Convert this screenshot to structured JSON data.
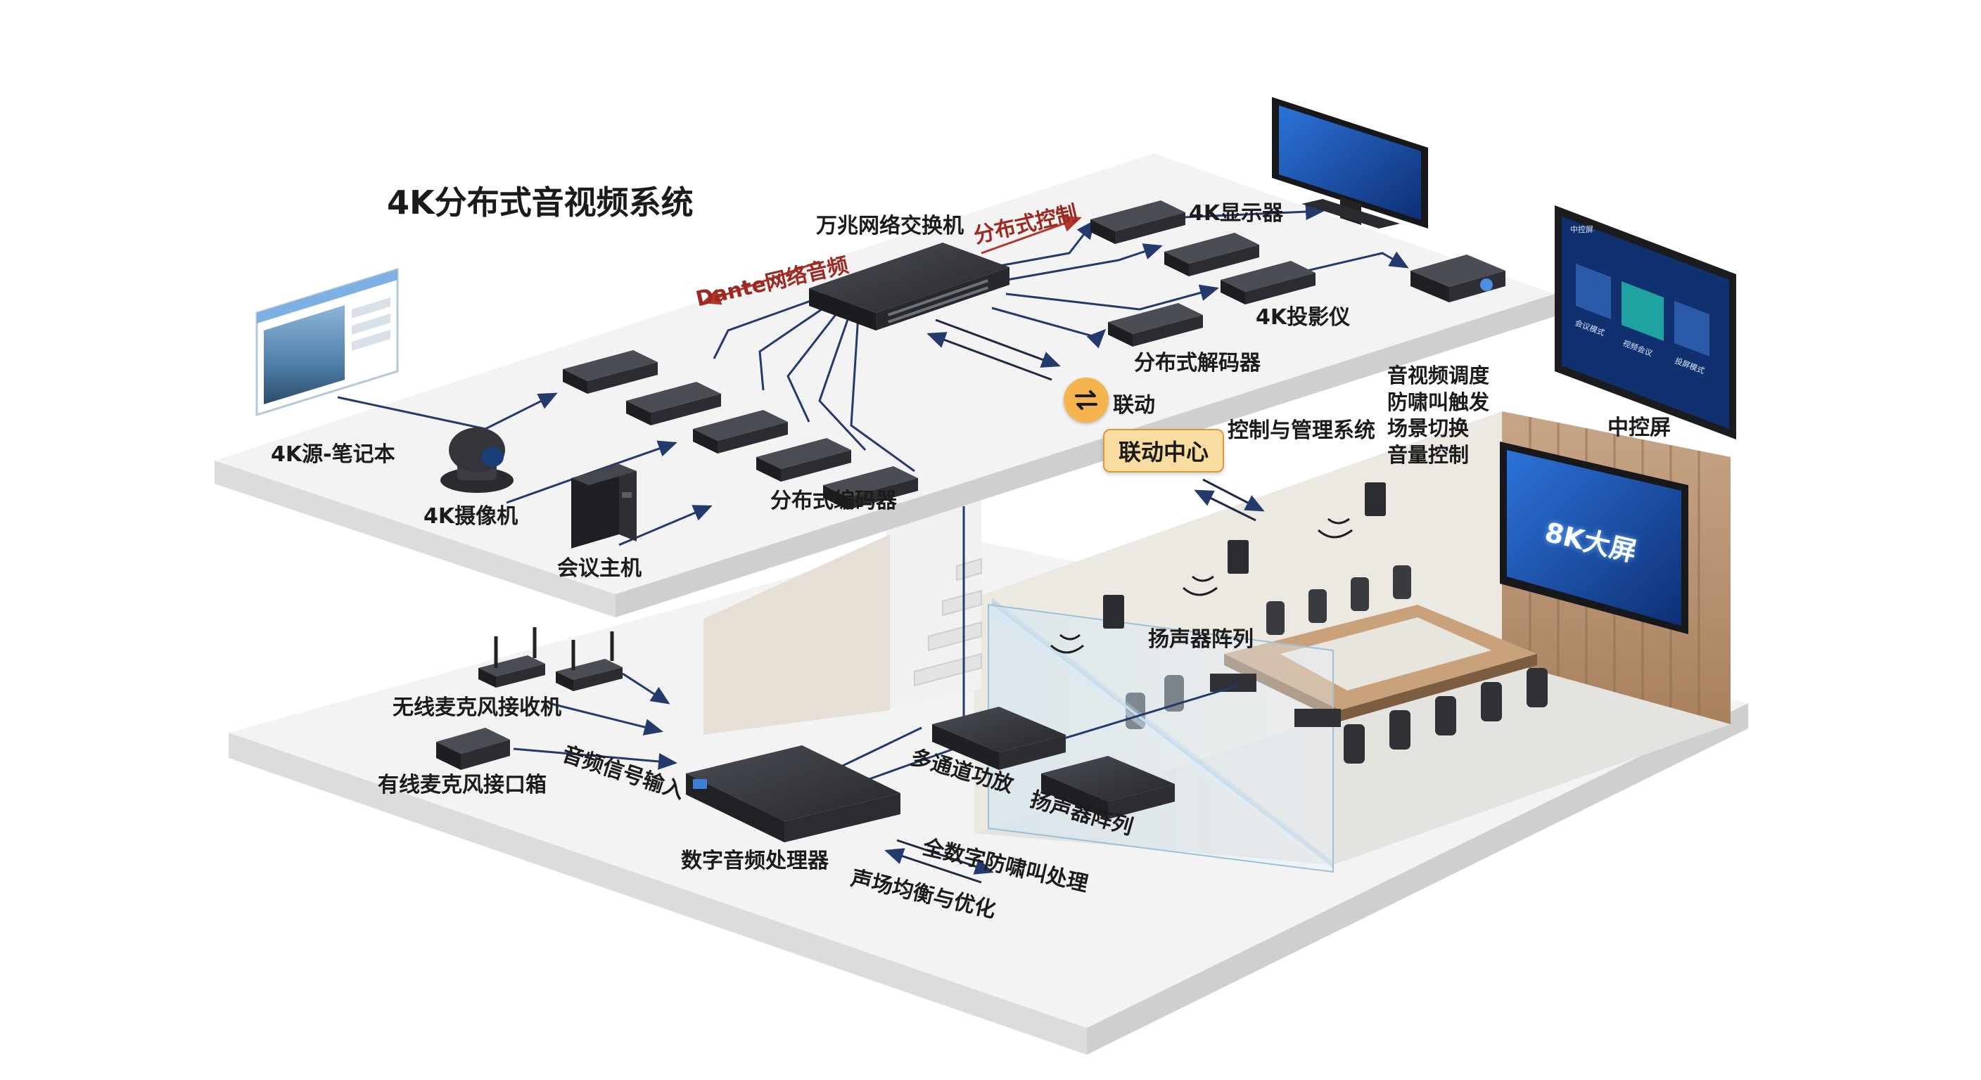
{
  "title": "4K分布式音视频系统",
  "upper_floor": {
    "core_switch": "万兆网络交换机",
    "dante_audio": "Dante网络音频",
    "distributed_control": "分布式控制",
    "display": "4K显示器",
    "projector": "4K投影仪",
    "decoders": "分布式解码器",
    "encoders": "分布式编码器",
    "laptop_source": "4K源-笔记本",
    "camera": "4K摄像机",
    "conference_host": "会议主机",
    "linkage": "联动",
    "linkage_center": "联动中心",
    "control_system": "控制与管理系统",
    "control_functions": "音视频调度\n防啸叫触发\n场景切换\n音量控制",
    "central_screen": "中控屏",
    "central_screen_ui": {
      "header": "中控屏",
      "tiles": [
        "会议模式",
        "视频会议",
        "投屏模式"
      ]
    }
  },
  "meeting_room": {
    "big_screen": "8K大屏",
    "speaker_array": "扬声器阵列"
  },
  "lower_floor": {
    "wireless_receiver": "无线麦克风接收机",
    "wired_box": "有线麦克风接口箱",
    "audio_input": "音频信号输入",
    "dsp": "数字音频处理器",
    "amplifier": "多通道功放",
    "speaker_array": "扬声器阵列",
    "anti_feedback": "全数字防啸叫处理",
    "sound_field": "声场均衡与优化"
  },
  "colors": {
    "floor_top": "#f2f2f2",
    "floor_edge": "#d7d7d7",
    "device": "#2e3035",
    "cable": "#233a6b",
    "dante_arrow": "#b3352b",
    "hub_badge": "#f9dc9f",
    "screen_blue": "#1d4fa8",
    "wood": "#b89472"
  },
  "icons": [
    "link-arrows-icon",
    "speaker-wave-icon",
    "antenna-icon"
  ]
}
